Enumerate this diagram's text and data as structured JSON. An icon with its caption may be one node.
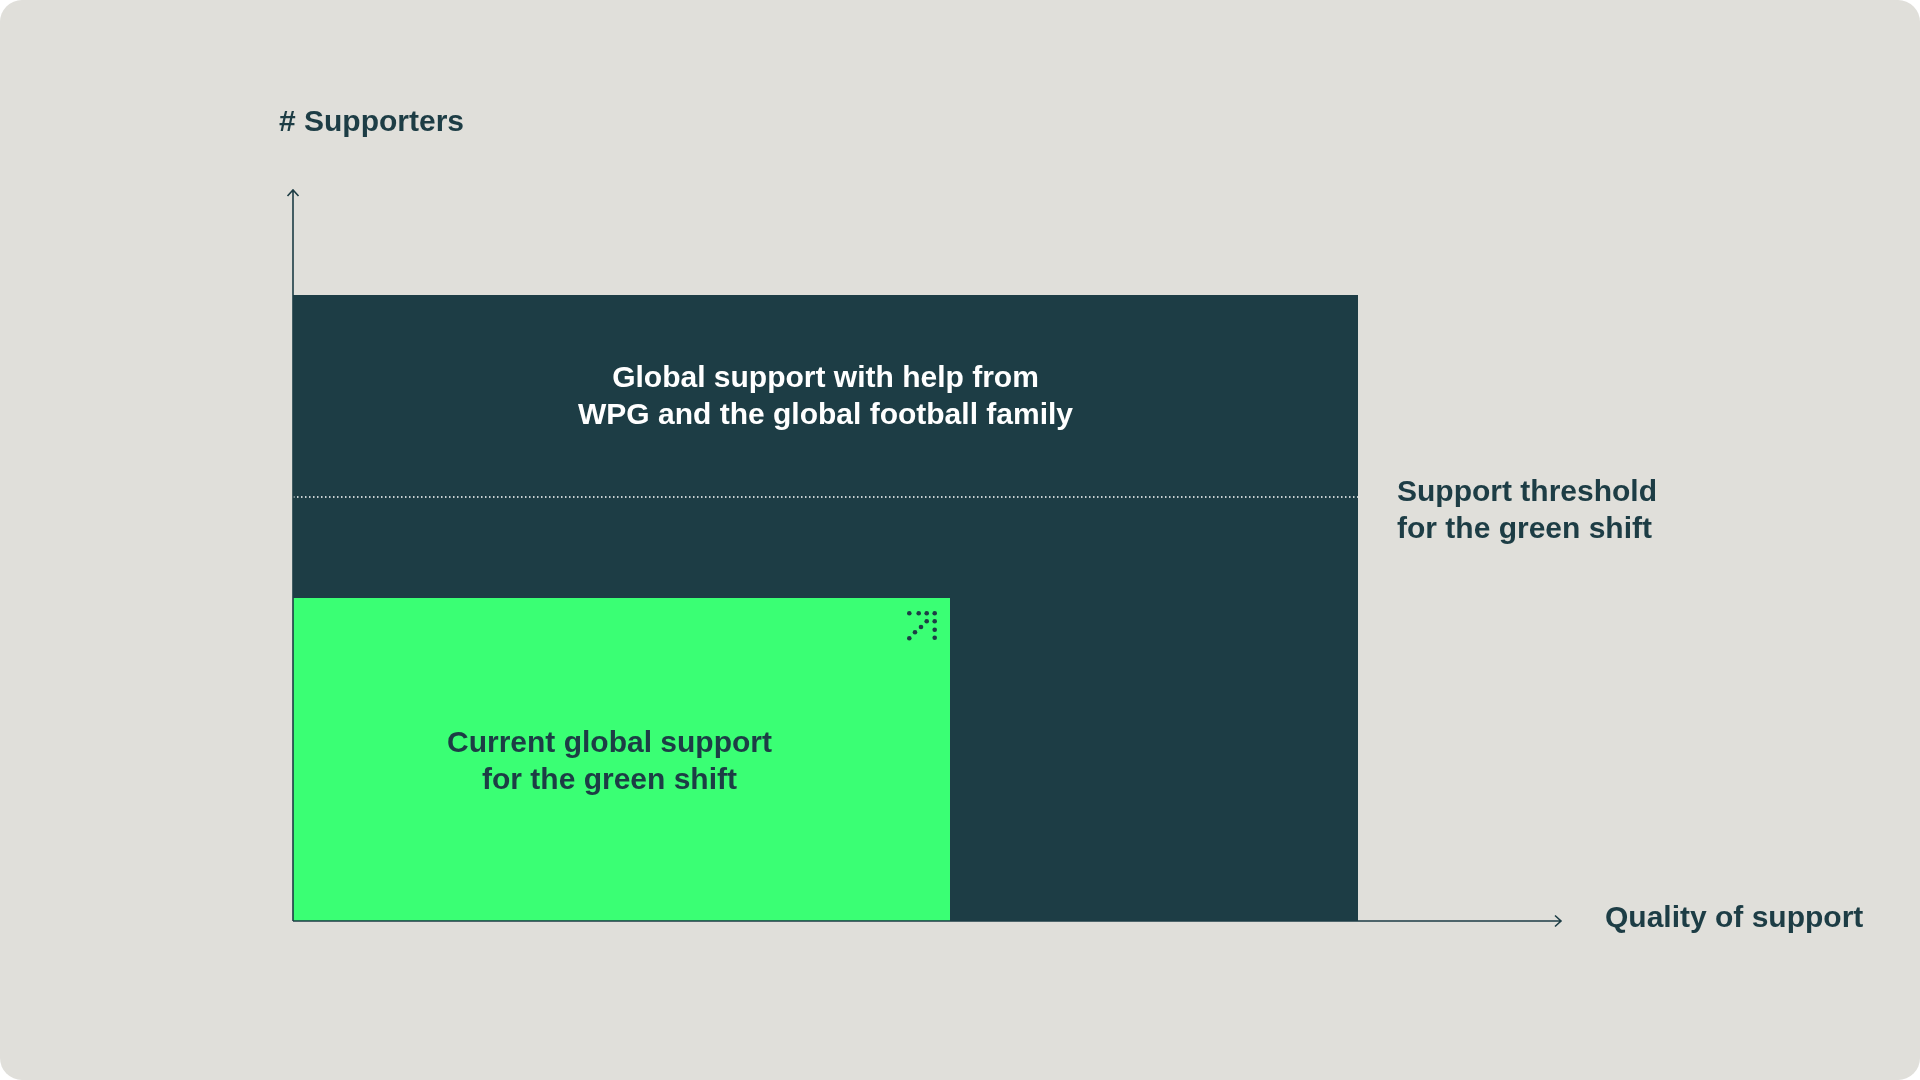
{
  "diagram": {
    "nodes": [
      {
        "text": [
          "Global support with help from WPG and the global football family"
        ]
      },
      {
        "text": [
          "Current global support for the green shift"
        ],
        "in": 0
      }
    ],
    "labels": [
      "# Supporters",
      "Support threshold for the green shift",
      "Quality of support"
    ]
  }
}
